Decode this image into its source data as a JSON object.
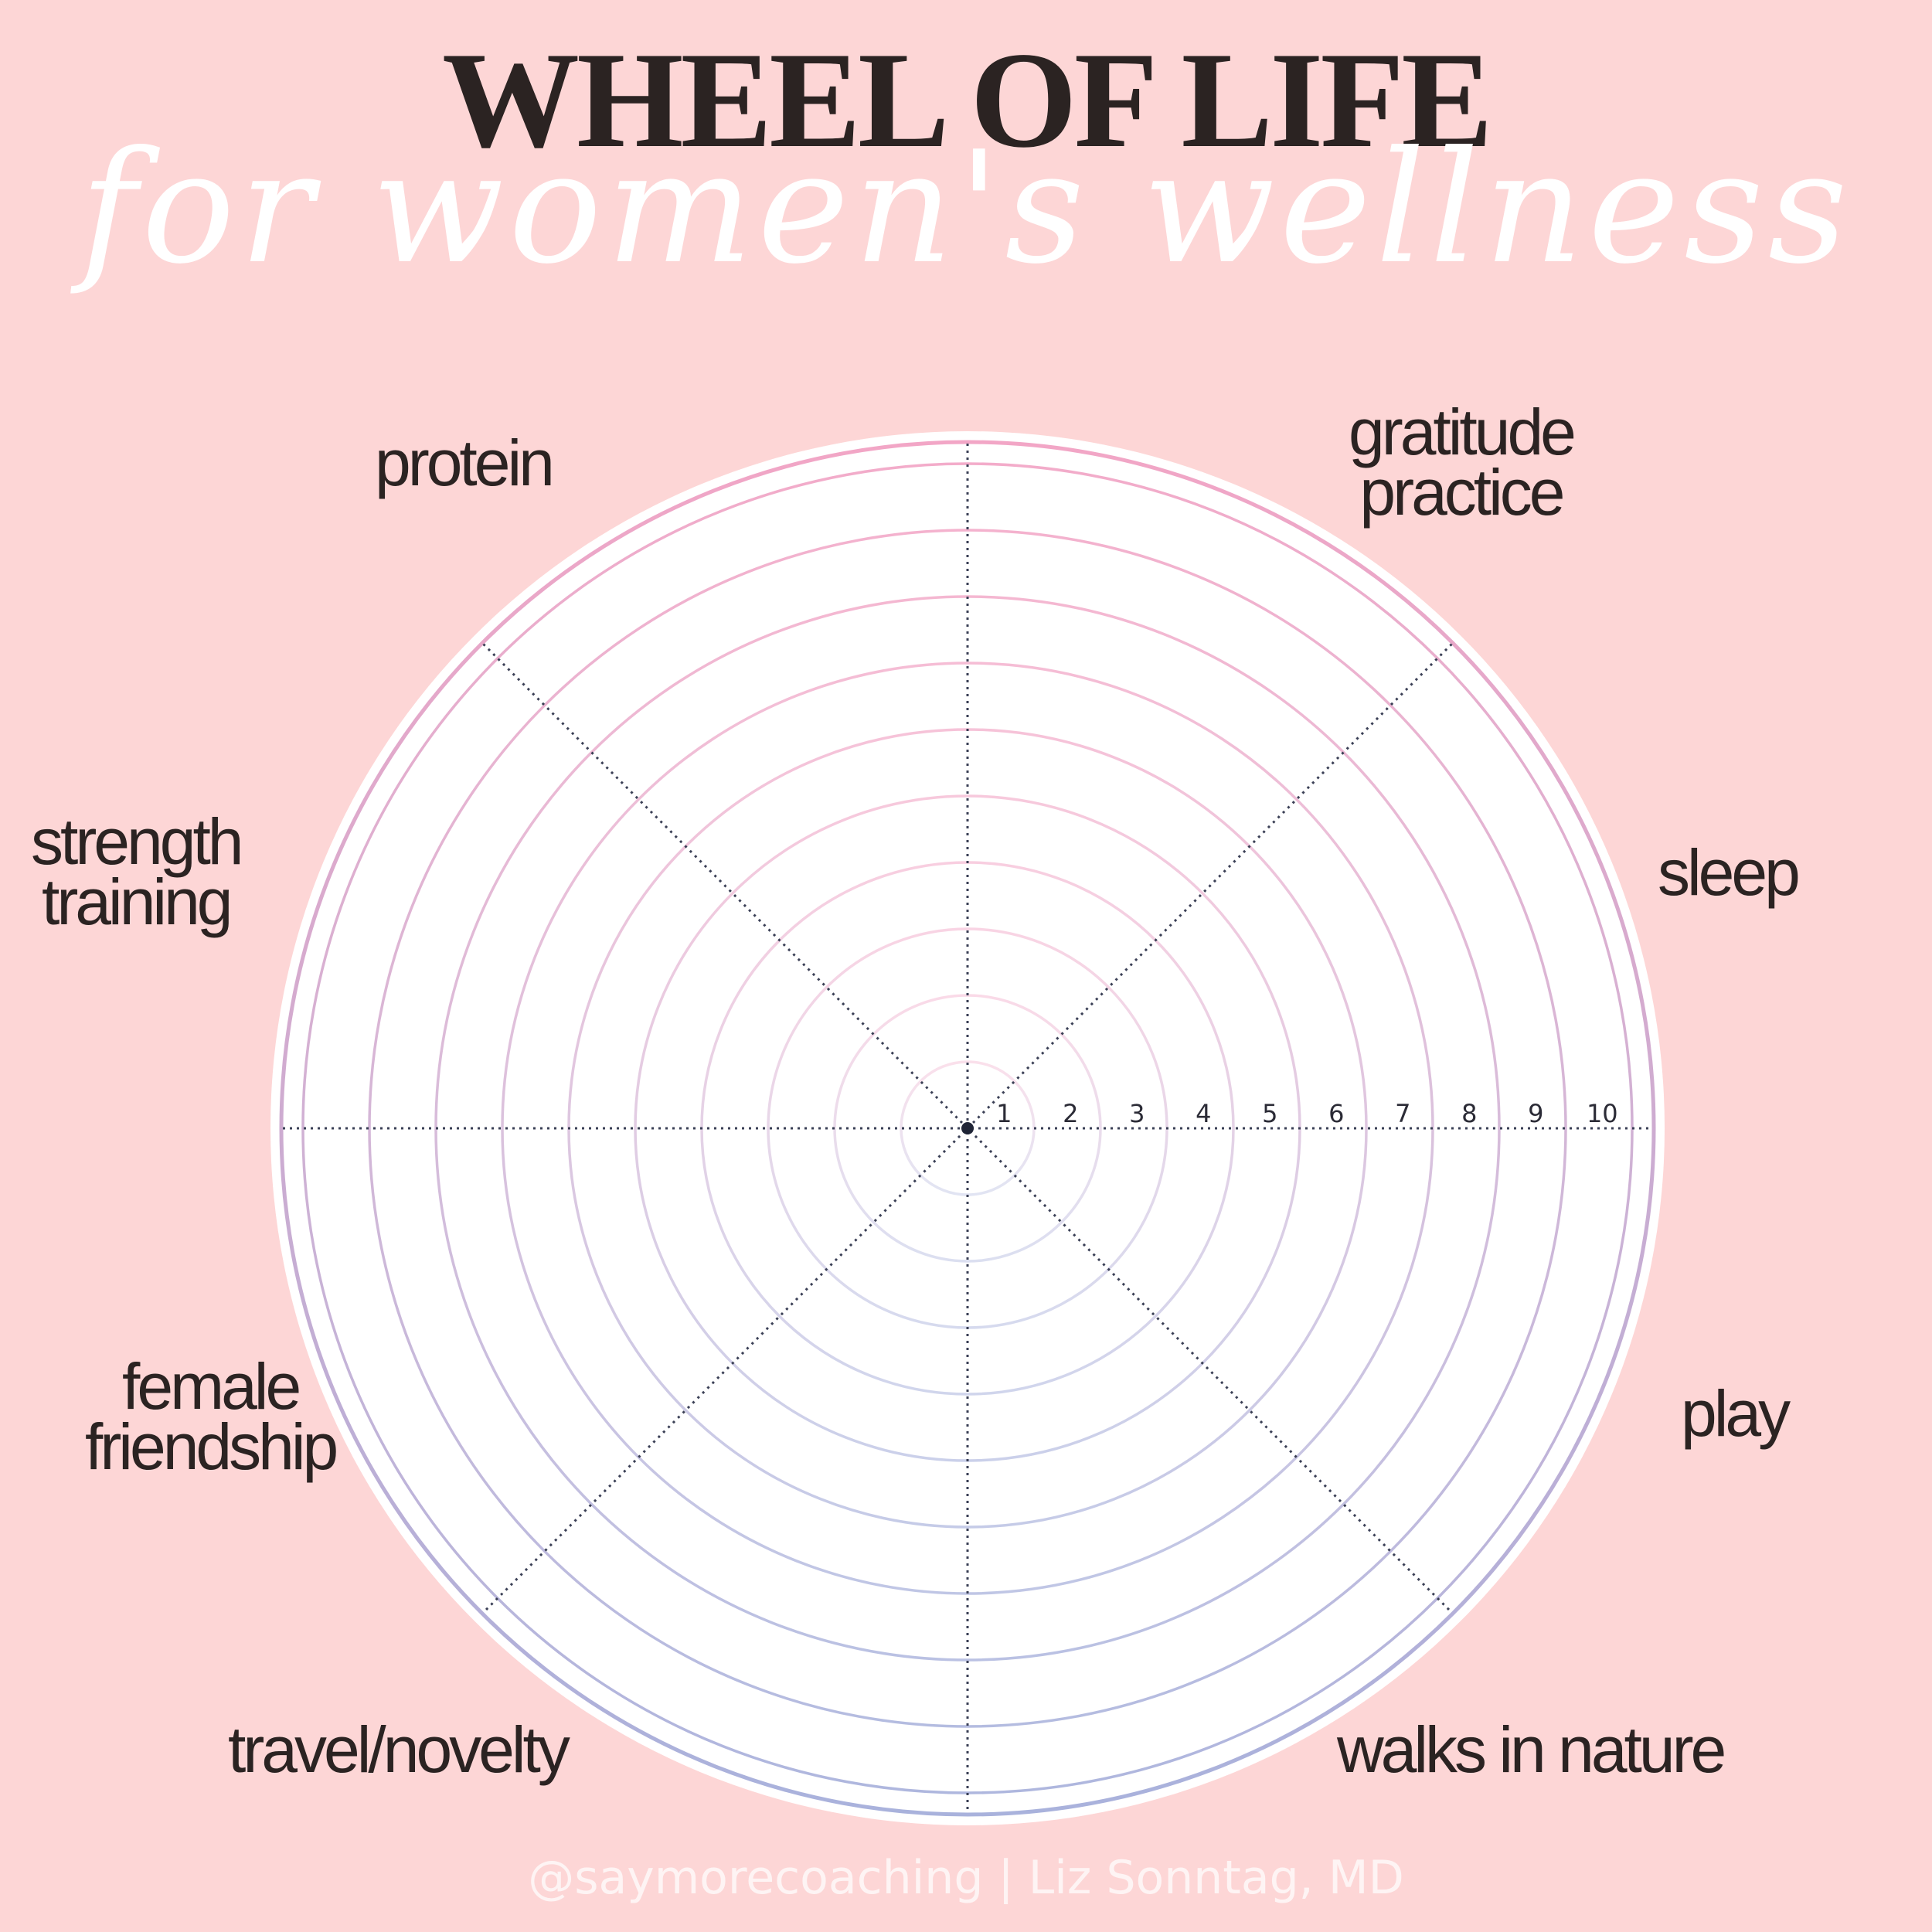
{
  "header": {
    "title": "WHEEL OF LIFE",
    "subtitle": "for women's wellness"
  },
  "wheel": {
    "scale": [
      "1",
      "2",
      "3",
      "4",
      "5",
      "6",
      "7",
      "8",
      "9",
      "10"
    ],
    "categories": [
      {
        "label": "protein"
      },
      {
        "label": "gratitude\npractice"
      },
      {
        "label": "sleep"
      },
      {
        "label": "play"
      },
      {
        "label": "walks in nature"
      },
      {
        "label": "travel/novelty"
      },
      {
        "label": "female\nfriendship"
      },
      {
        "label": "strength\ntraining"
      }
    ]
  },
  "colors": {
    "background": "#fdd6d6",
    "ring_top": "#f2a6c6",
    "ring_bottom": "#a9b2dc",
    "spoke": "#3a3f55",
    "text": "#2b2322"
  },
  "footer": {
    "credit": "@saymorecoaching | Liz Sonntag, MD"
  }
}
